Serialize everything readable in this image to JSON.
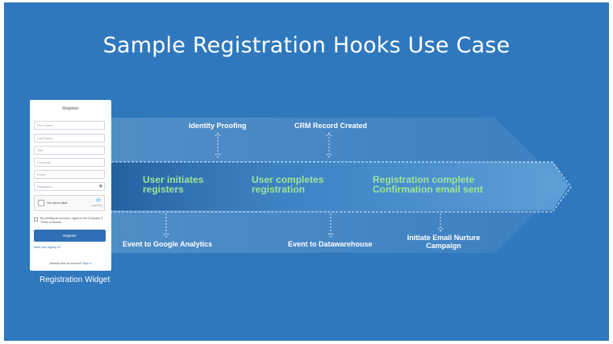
{
  "slide": {
    "title": "Sample Registration Hooks Use Case",
    "background": "#2f78bd"
  },
  "widget": {
    "title": "Register",
    "fields": [
      {
        "placeholder": "First Name"
      },
      {
        "placeholder": "Last Name"
      },
      {
        "placeholder": "Title"
      },
      {
        "placeholder": "Company"
      },
      {
        "placeholder": "Email"
      },
      {
        "placeholder": "Password"
      }
    ],
    "captcha_text": "I'm not a robot",
    "captcha_brand": "reCAPTCHA",
    "terms_text": "By creating an account, I agree to the Company X Terms of Service.",
    "register_button": "Register",
    "help_link": "Need help signing in?",
    "signin_prompt": "Already have an account?",
    "signin_link": "Sign in",
    "caption": "Registration Widget"
  },
  "hooks_above": {
    "identity_proofing": "Identity Proofing",
    "crm_record": "CRM Record Created"
  },
  "steps": {
    "step1": [
      "User initiates",
      "registers"
    ],
    "step2": [
      "User completes",
      "registration"
    ],
    "step3": [
      "Registration complete",
      "Confirmation email sent"
    ]
  },
  "hooks_below": {
    "google_analytics": "Event to Google Analytics",
    "datawarehouse": "Event to Datawarehouse",
    "email_nurture": [
      "Initiate Email Nurture",
      "Campaign"
    ]
  },
  "colors": {
    "step_text": "#9ee59a",
    "label_text": "#ffffff",
    "register_button": "#2f6fb5"
  }
}
